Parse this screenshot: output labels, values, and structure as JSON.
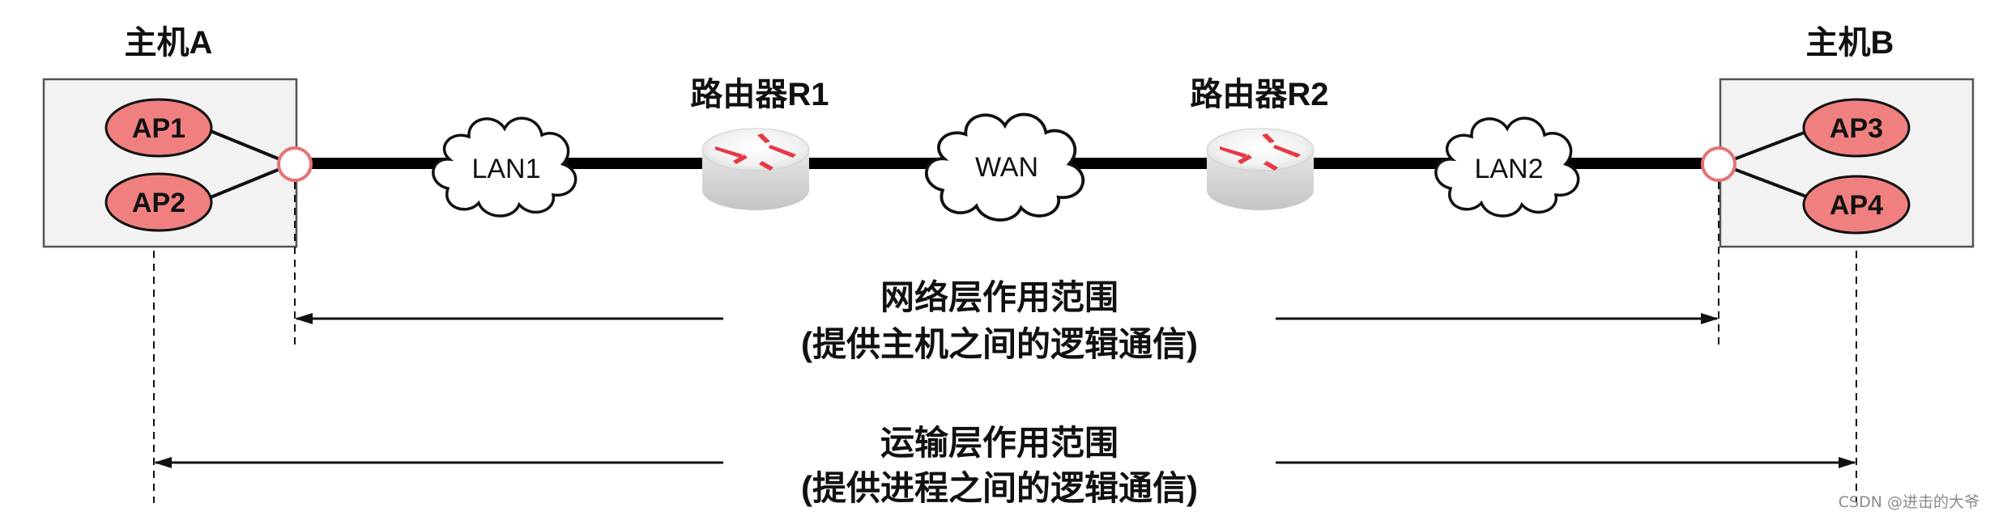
{
  "hosts": {
    "a": {
      "title": "主机A",
      "apps": [
        "AP1",
        "AP2"
      ]
    },
    "b": {
      "title": "主机B",
      "apps": [
        "AP3",
        "AP4"
      ]
    }
  },
  "routers": {
    "r1": {
      "label": "路由器R1"
    },
    "r2": {
      "label": "路由器R2"
    }
  },
  "clouds": {
    "lan1": "LAN1",
    "wan": "WAN",
    "lan2": "LAN2"
  },
  "scopes": {
    "network": {
      "title": "网络层作用范围",
      "desc": "(提供主机之间的逻辑通信)"
    },
    "transport": {
      "title": "运输层作用范围",
      "desc": "(提供进程之间的逻辑通信)"
    }
  },
  "watermark": "CSDN @进击的大爷",
  "colors": {
    "app_fill": "#f08080",
    "host_fill": "#f2f2f2",
    "port_stroke": "#e57373",
    "router_arrow": "#e53945"
  }
}
